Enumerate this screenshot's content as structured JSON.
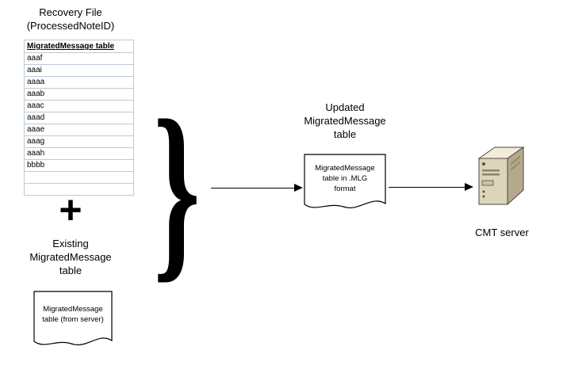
{
  "diagram": {
    "recovery": {
      "title": "Recovery File\n(ProcessedNoteID)",
      "table": {
        "header": "MigratedMessage table",
        "rows": [
          "aaaf",
          "aaai",
          "aaaa",
          "aaab",
          "aaac",
          "aaad",
          "aaae",
          "aaag",
          "aaah",
          "bbbb"
        ]
      },
      "plus": "+"
    },
    "existing": {
      "label": "Existing\nMigratedMessage\ntable",
      "doc_label": "MigratedMessage\ntable (from server)"
    },
    "merge_brace": "}",
    "updated": {
      "title": "Updated\nMigratedMessage\ntable",
      "doc_label": "MigratedMessage\ntable in .MLG\nformat"
    },
    "server": {
      "label": "CMT server"
    },
    "colors": {
      "table_border": "#bccad6",
      "server_front": "#ddd5ba",
      "server_top": "#f2ecd9",
      "server_side": "#b3a98c"
    }
  }
}
